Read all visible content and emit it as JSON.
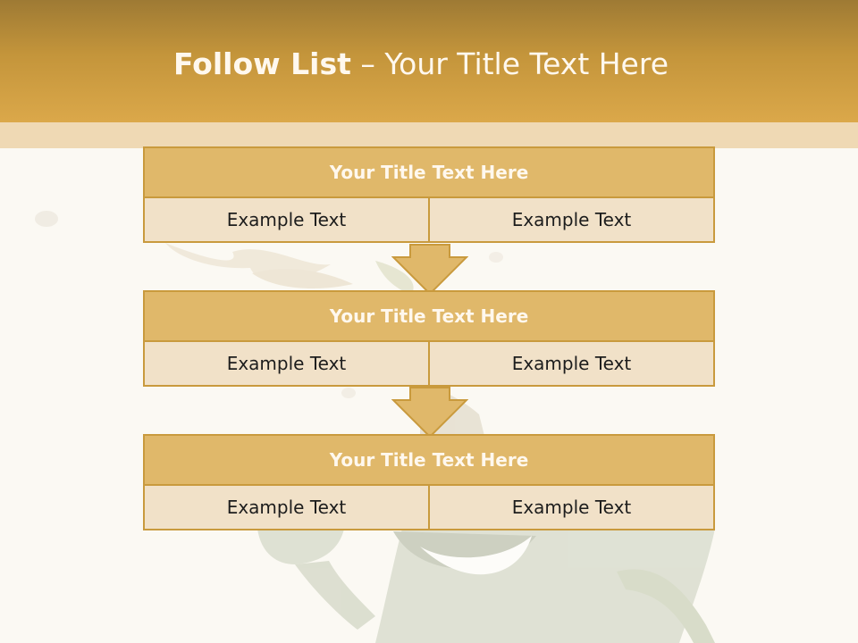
{
  "slide": {
    "title_bold": "Follow List",
    "title_rest": "– Your Title Text Here"
  },
  "colors": {
    "header_dark": "#9e7a34",
    "header_light": "#dba84a",
    "box_title": "#e0b86a",
    "box_cell": "#f1e1c8",
    "border": "#c99a3d"
  },
  "boxes": [
    {
      "title": "Your Title Text Here",
      "cells": [
        "Example Text",
        "Example Text"
      ]
    },
    {
      "title": "Your Title Text Here",
      "cells": [
        "Example Text",
        "Example Text"
      ]
    },
    {
      "title": "Your Title Text Here",
      "cells": [
        "Example Text",
        "Example Text"
      ]
    }
  ]
}
